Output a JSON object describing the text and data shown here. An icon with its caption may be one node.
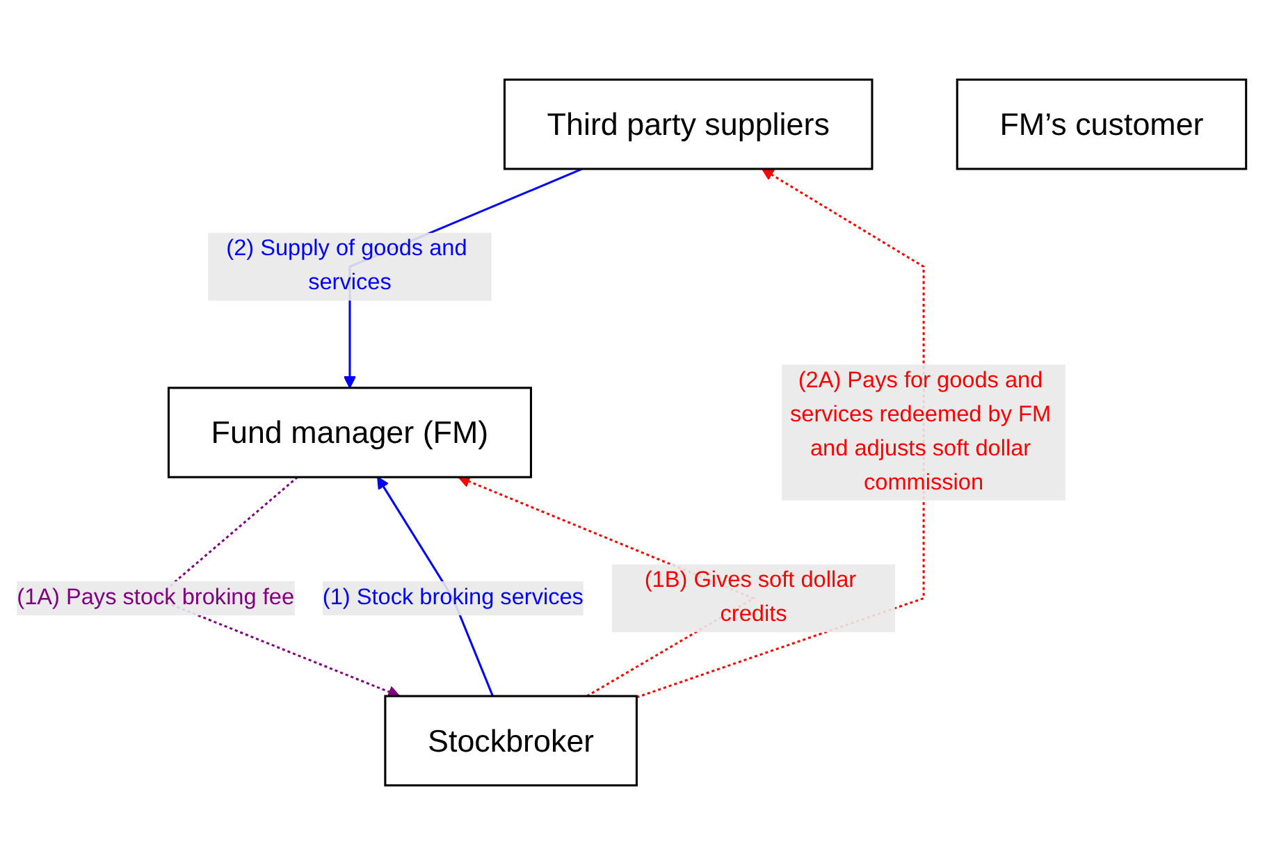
{
  "diagram": {
    "nodes": [
      {
        "text": [
          "Third party suppliers"
        ]
      },
      {
        "text": [
          "FM’s customer"
        ]
      },
      {
        "text": [
          "Fund manager (FM)"
        ]
      },
      {
        "text": [
          "Stockbroker"
        ]
      }
    ],
    "edges": [
      {
        "from": 0,
        "to": 2,
        "arrow": "to",
        "label": "(2) Supply of goods and services",
        "color": "#0000ff"
      },
      {
        "from": 3,
        "to": 0,
        "arrow": "to",
        "label": "(2A) Pays for goods and services redeemed by FM and adjusts soft dollar commission",
        "style": "dashed",
        "color": "#ff0000"
      },
      {
        "from": 3,
        "to": 2,
        "arrow": "to",
        "label": "(1) Stock broking services",
        "color": "#0000ff"
      },
      {
        "from": 2,
        "to": 3,
        "arrow": "to",
        "label": "(1A) Pays stock broking fee",
        "style": "dashed",
        "color": "#800080"
      },
      {
        "from": 3,
        "to": 2,
        "arrow": "to",
        "label": "(1B) Gives soft dollar credits",
        "style": "dashed",
        "color": "#ff0000"
      }
    ]
  }
}
